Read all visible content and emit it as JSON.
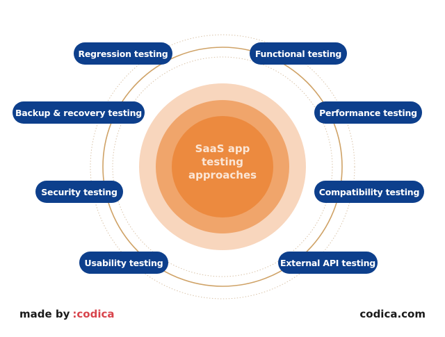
{
  "diagram": {
    "center_title_lines": [
      "SaaS app",
      "testing",
      "approaches"
    ],
    "colors": {
      "pill_bg": "#0d3f8c",
      "pill_text": "#ffffff",
      "outer_circle": "#f8d6bd",
      "middle_circle": "#f0a56b",
      "inner_circle": "#ec8a3f",
      "ring": "#d6a56a",
      "brand": "#d8434b"
    },
    "left_items": [
      {
        "label": "Regression testing"
      },
      {
        "label": "Backup & recovery testing"
      },
      {
        "label": "Security testing"
      },
      {
        "label": "Usability testing"
      }
    ],
    "right_items": [
      {
        "label": "Functional testing"
      },
      {
        "label": "Performance testing"
      },
      {
        "label": "Compatibility testing"
      },
      {
        "label": "External API testing"
      }
    ]
  },
  "footer": {
    "made_by": "made by",
    "brand": ":codica",
    "website": "codica.com"
  }
}
